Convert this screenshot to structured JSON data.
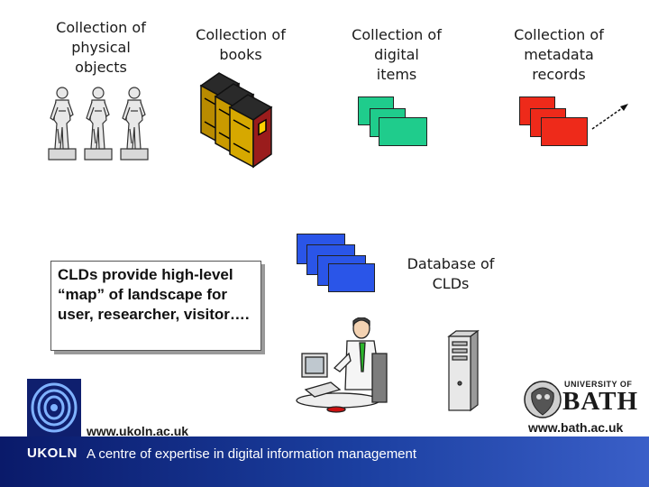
{
  "labels": {
    "physical": "Collection of\nphysical\nobjects",
    "books": "Collection of\nbooks",
    "digital": "Collection of\ndigital\nitems",
    "metadata": "Collection of\nmetadata\nrecords",
    "database": "Database of\nCLDs"
  },
  "callout": "CLDs provide high-level “map” of landscape for user, researcher, visitor….",
  "footer": {
    "url_ukoln": "www.ukoln.ac.uk",
    "url_bath": "www.bath.ac.uk",
    "tagline": "A centre of expertise in digital information management",
    "logo_text": "UKOLN"
  },
  "bath_logo": {
    "line1": "UNIVERSITY OF",
    "line2": "BATH"
  },
  "colors": {
    "green_card": "#1fcc8c",
    "red_card": "#ee2a1a",
    "blue_card": "#2a55e8",
    "footer_blue": "#1b3fa0"
  },
  "icons": [
    "statue-icon",
    "books-icon",
    "person-at-computer-icon",
    "server-tower-icon",
    "ukoln-logo",
    "bath-crest"
  ]
}
